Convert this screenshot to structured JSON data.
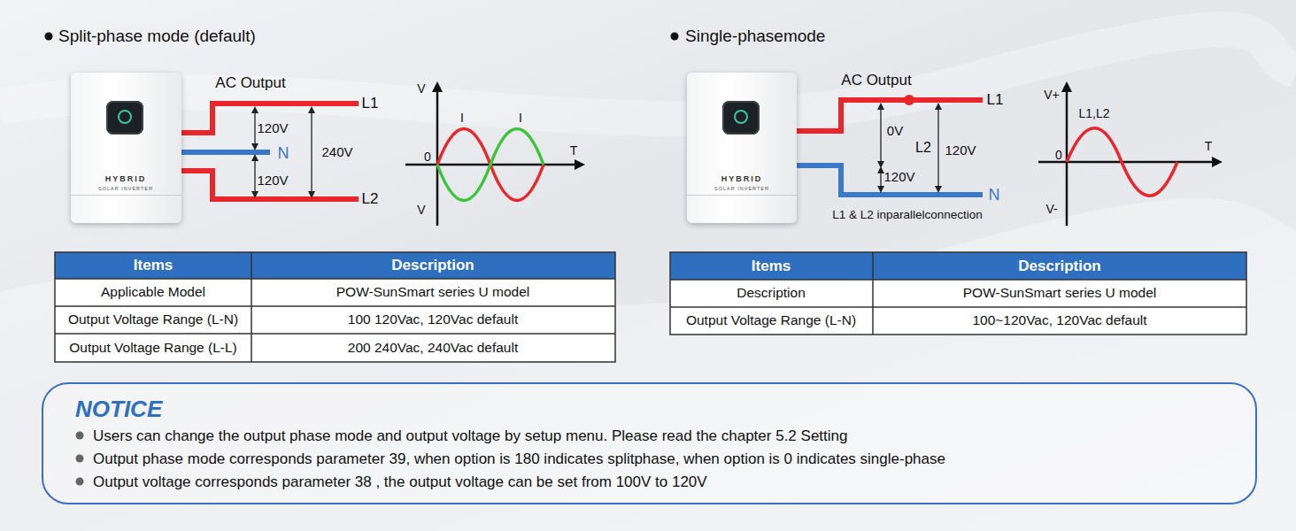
{
  "diagram": {
    "nodes": [
      {
        "text": [
          "HYBRID",
          "SOLAR INVERTER"
        ]
      },
      {
        "text": [
          "HYBRID",
          "SOLAR INVERTER"
        ]
      },
      {
        "text": [
          "NOTICE",
          "Users can change the output phase mode and output voltage by setup menu. Please read the chapter 5.2 Setting",
          "Output phase mode corresponds parameter 39, when option is 180 indicates splitphase, when option is 0 indicates single-phase",
          "Output voltage corresponds parameter 38 , the output voltage can be set from 100V to 120V"
        ]
      }
    ],
    "labels": [
      "Split-phase mode (default)",
      "AC Output",
      "L1",
      "120V",
      "N",
      "240V",
      "120V",
      "L2",
      "V",
      "I",
      "I",
      "0",
      "T",
      "V",
      "Items",
      "Description",
      "Applicable Model",
      "POW-SunSmart series U model",
      "Output Voltage Range (L-N)",
      "100 120Vac, 120Vac default",
      "Output Voltage Range (L-L)",
      "200 240Vac, 240Vac default",
      "Single-phasemode",
      "AC Output",
      "L1",
      "0V",
      "L2",
      "120V",
      "120V",
      "N",
      "L1 & L2 inparallelconnection",
      "V+",
      "L1,L2",
      "0",
      "T",
      "V-",
      "Items",
      "Description",
      "Description",
      "POW-SunSmart series U model",
      "Output Voltage Range (L-N)",
      "100~120Vac, 120Vac default"
    ]
  }
}
